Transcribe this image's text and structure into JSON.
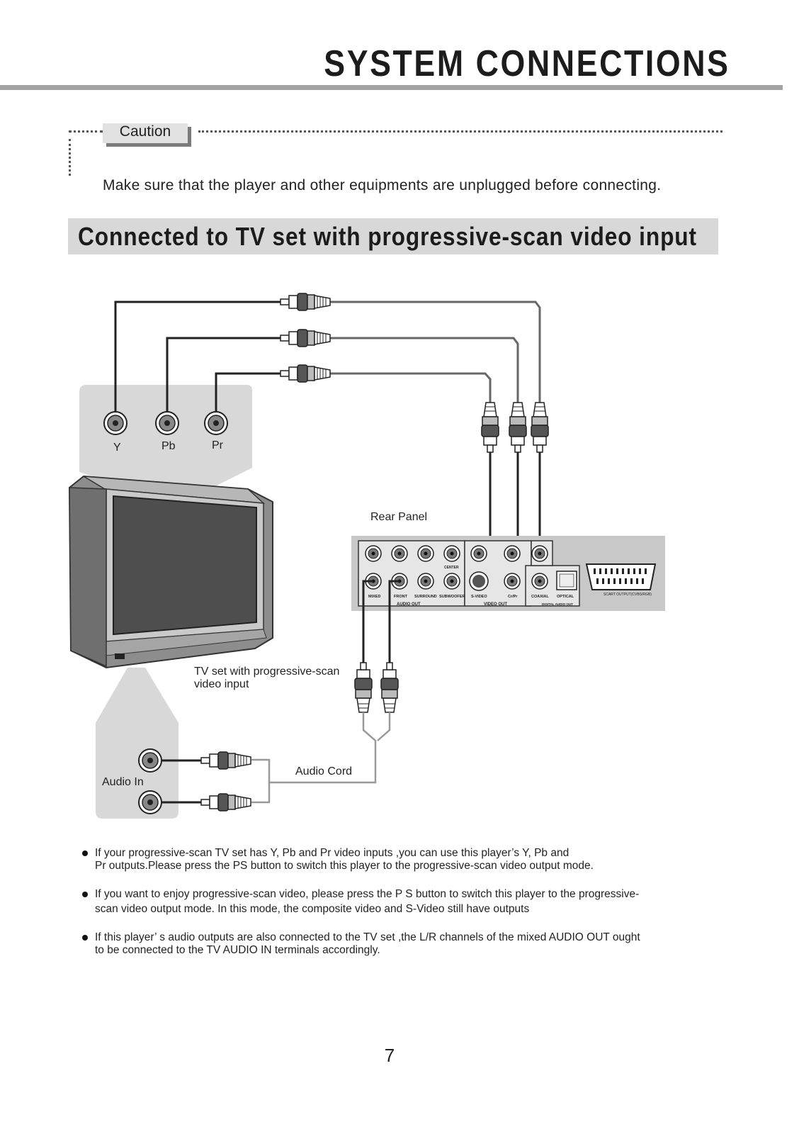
{
  "header": {
    "title": "SYSTEM CONNECTIONS"
  },
  "caution": {
    "label": "Caution",
    "text": "Make sure that the player and other equipments are unplugged before connecting."
  },
  "section": {
    "title": "Connected to TV set with progressive-scan video input"
  },
  "diagram": {
    "tv_inputs": {
      "y": "Y",
      "pb": "Pb",
      "pr": "Pr"
    },
    "rear_panel_label": "Rear Panel",
    "tv_label_line1": "TV set with progressive-scan",
    "tv_label_line2": "video input",
    "audio_in_label": "Audio In",
    "audio_cord_label": "Audio Cord",
    "panel": {
      "audio_out": "AUDIO OUT",
      "video_out": "VIDEO OUT",
      "digital_audio_out": "DIGITAL AUDIO OUT",
      "mixed": "MIXED",
      "front": "FRONT",
      "surround": "SURROUND",
      "subwoofer": "SUBWOOFER",
      "center": "CENTER",
      "svideo": "S-VIDEO",
      "crpr": "Cr/Pr",
      "coaxial": "COAXIAL",
      "optical": "OPTICAL",
      "scart": "SCART OUTPUT(CVBS/RGB)"
    }
  },
  "bullets": [
    {
      "line1": "If your progressive-scan TV set has Y, Pb and Pr video inputs ,you can use this player’s Y, Pb and",
      "line2": "Pr outputs.Please press the PS button to switch this player to the progressive-scan video output mode."
    },
    {
      "line1": "If you want to enjoy progressive-scan video, please  press the P S  button to switch this player to the progressive-",
      "line2": "scan video output mode. In this mode, the composite video and S-Video still have outputs"
    },
    {
      "line1": "If this player’ s audio outputs are also connected to the TV set ,the L/R channels of  the mixed AUDIO OUT ought",
      "line2": "to be connected to the TV AUDIO IN terminals accordingly."
    }
  ],
  "page_number": "7"
}
